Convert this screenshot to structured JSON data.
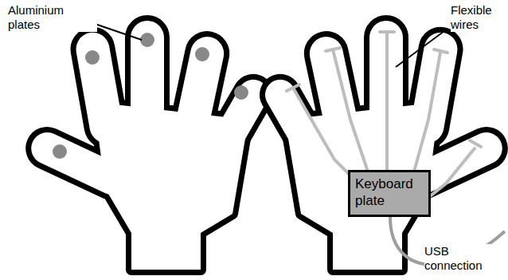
{
  "diagram": {
    "nodes": [
      {
        "text": [
          "Keyboard plate"
        ]
      }
    ],
    "labels": [
      "Aluminium plates",
      "Flexible wires",
      "USB connection"
    ]
  }
}
